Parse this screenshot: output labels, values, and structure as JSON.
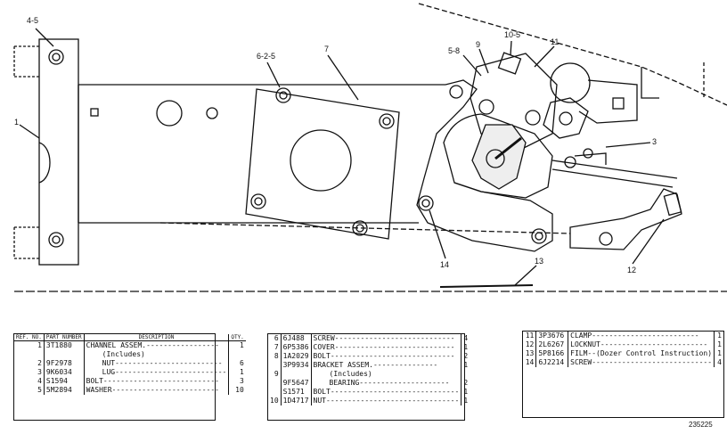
{
  "callouts": [
    {
      "id": "c45",
      "text": "4-5"
    },
    {
      "id": "c1",
      "text": "1"
    },
    {
      "id": "c625",
      "text": "6-2-5"
    },
    {
      "id": "c7",
      "text": "7"
    },
    {
      "id": "c58",
      "text": "5-8"
    },
    {
      "id": "c9",
      "text": "9"
    },
    {
      "id": "c105",
      "text": "10-5"
    },
    {
      "id": "c11",
      "text": "11"
    },
    {
      "id": "c3",
      "text": "3"
    },
    {
      "id": "c14",
      "text": "14"
    },
    {
      "id": "c13",
      "text": "13"
    },
    {
      "id": "c12",
      "text": "12"
    }
  ],
  "tables": [
    {
      "header": {
        "ref": "REF. NO.",
        "part": "PART NUMBER",
        "desc": "DESCRIPTION",
        "qty": "QTY."
      },
      "rows": [
        {
          "ref": "1",
          "part": "3T1880",
          "desc": "CHANNEL ASSEM.-----------------",
          "qty": "1"
        },
        {
          "ref": "",
          "part": "",
          "desc": "(Includes)",
          "qty": ""
        },
        {
          "ref": "2",
          "part": "9F2978",
          "desc": "NUT-------------------------",
          "qty": "6"
        },
        {
          "ref": "3",
          "part": "9K6034",
          "desc": "LUG--------------------------",
          "qty": "1"
        },
        {
          "ref": "4",
          "part": "S1594",
          "desc": "BOLT---------------------------",
          "qty": "3"
        },
        {
          "ref": "5",
          "part": "5M2894",
          "desc": "WASHER-------------------------",
          "qty": "10"
        }
      ]
    },
    {
      "rows": [
        {
          "ref": "6",
          "part": "6J488",
          "desc": "SCREW----------------------------",
          "qty": "4"
        },
        {
          "ref": "7",
          "part": "6P5386",
          "desc": "COVER----------------------------",
          "qty": "1"
        },
        {
          "ref": "8",
          "part": "1A2029",
          "desc": "BOLT-----------------------------",
          "qty": "2"
        },
        {
          "ref": "",
          "part": "3P9934",
          "desc": "BRACKET ASSEM.---------------",
          "qty": "1"
        },
        {
          "ref": "9",
          "part": "",
          "desc": "(Includes)",
          "qty": ""
        },
        {
          "ref": "",
          "part": "9F5647",
          "desc": "BEARING---------------------",
          "qty": "2"
        },
        {
          "ref": "",
          "part": "S1571",
          "desc": "BOLT------------------------------",
          "qty": "1"
        },
        {
          "ref": "10",
          "part": "1D4717",
          "desc": "NUT-------------------------------",
          "qty": "1"
        }
      ]
    },
    {
      "rows": [
        {
          "ref": "11",
          "part": "3P3676",
          "desc": "CLAMP-------------------------",
          "qty": "1"
        },
        {
          "ref": "12",
          "part": "2L6267",
          "desc": "LOCKNUT-------------------------",
          "qty": "1"
        },
        {
          "ref": "13",
          "part": "5P8166",
          "desc": "FILM--(Dozer Control Instruction)",
          "qty": "1"
        },
        {
          "ref": "14",
          "part": "6J2214",
          "desc": "SCREW----------------------------",
          "qty": "4"
        }
      ]
    }
  ],
  "figure_number": "235225"
}
